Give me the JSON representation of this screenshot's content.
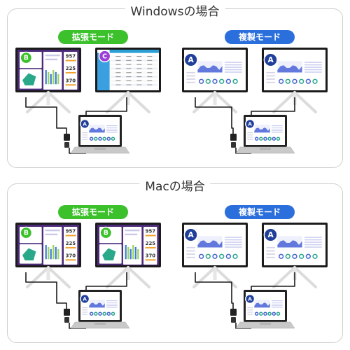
{
  "sections": [
    {
      "id": "windows",
      "title": "Windowsの場合",
      "extend_label": "拡張モード",
      "mirror_label": "複製モード",
      "extend_monitor_letters": [
        "B",
        "C"
      ],
      "mirror_monitor_letters": [
        "A",
        "A"
      ],
      "laptop_letter": "A"
    },
    {
      "id": "mac",
      "title": "Macの場合",
      "extend_label": "拡張モード",
      "mirror_label": "複製モード",
      "extend_monitor_letters": [
        "B",
        "B"
      ],
      "mirror_monitor_letters": [
        "A",
        "A"
      ],
      "laptop_letter": "A"
    }
  ],
  "dashboard_numbers": [
    "957",
    "225",
    "370"
  ],
  "colors": {
    "extend_pill": "#3cc12c",
    "mirror_pill": "#2b6fdc",
    "badge_A": "#1f3f9a",
    "badge_B": "#3cc12c",
    "badge_C": "#9b3fd6",
    "dashboard_dark": "#4b2a7a",
    "chart_blue": "#4a63d6"
  }
}
